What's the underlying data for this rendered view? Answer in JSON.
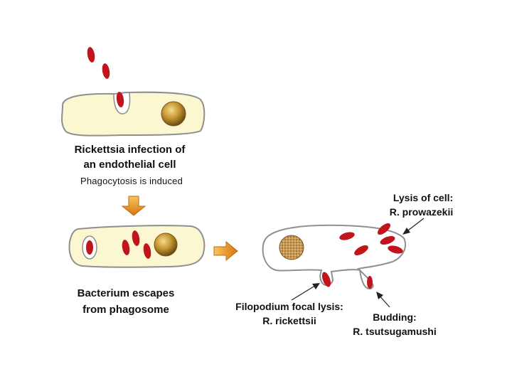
{
  "colors": {
    "cell_fill": "#fbf7d0",
    "cell_stroke": "#8f8f8f",
    "bacterium": "#c0151d",
    "nucleus": "#c3922f",
    "arrow_orange": "#e8901a"
  },
  "captions": {
    "infection_line1": "Rickettsia infection of",
    "infection_line2": "an endothelial cell",
    "phagocytosis": "Phagocytosis is induced",
    "escape_line1": "Bacterium escapes",
    "escape_line2": "from phagosome",
    "lysis_title": "Lysis of cell:",
    "lysis_species": "R. prowazekii",
    "filopodium_title": "Filopodium focal lysis:",
    "filopodium_species": "R. rickettsii",
    "budding_title": "Budding:",
    "budding_species": "R. tsutsugamushi"
  }
}
